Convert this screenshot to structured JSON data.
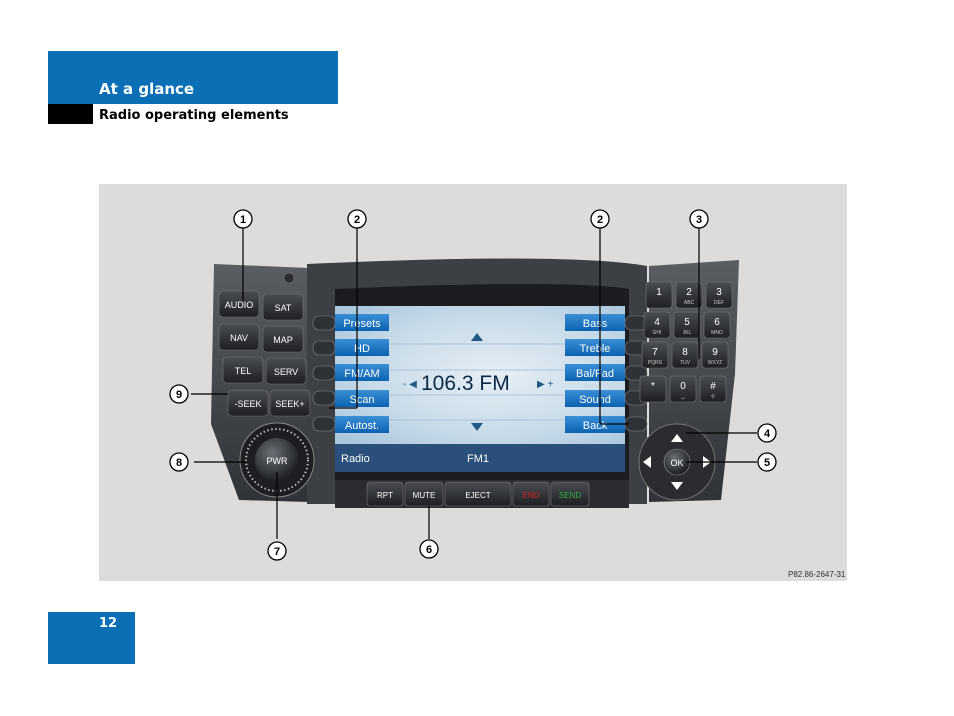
{
  "header": {
    "section": "At a glance",
    "subsection": "Radio operating elements"
  },
  "page_number": "12",
  "figure": {
    "code": "P82.86-2647-31",
    "callouts": [
      "1",
      "2",
      "2",
      "3",
      "4",
      "5",
      "6",
      "7",
      "8",
      "9"
    ],
    "left_buttons": [
      "AUDIO",
      "SAT",
      "NAV",
      "MAP",
      "TEL",
      "SERV",
      "-SEEK",
      "SEEK+"
    ],
    "pwr": "PWR",
    "screen": {
      "left_softkeys": [
        "Presets",
        "HD",
        "FM/AM",
        "Scan",
        "Autost."
      ],
      "right_softkeys": [
        "Bass",
        "Treble",
        "Bal/Fad",
        "Sound",
        "Back"
      ],
      "frequency": "106.3 FM",
      "status_left": "Radio",
      "status_right": "FM1"
    },
    "bottom_buttons": [
      "RPT",
      "MUTE",
      "EJECT",
      "END",
      "SEND"
    ],
    "keypad": [
      {
        "d": "1",
        "l": ""
      },
      {
        "d": "2",
        "l": "ABC"
      },
      {
        "d": "3",
        "l": "DEF"
      },
      {
        "d": "4",
        "l": "GHI"
      },
      {
        "d": "5",
        "l": "JKL"
      },
      {
        "d": "6",
        "l": "MNO"
      },
      {
        "d": "7",
        "l": "PQRS"
      },
      {
        "d": "8",
        "l": "TUV"
      },
      {
        "d": "9",
        "l": "WXYZ"
      },
      {
        "d": "*",
        "l": ""
      },
      {
        "d": "0",
        "l": "␣"
      },
      {
        "d": "#",
        "l": "⚲"
      }
    ],
    "ok": "OK",
    "colors": {
      "header_blue": "#0a6fb4",
      "end": "#e02020",
      "send": "#2fb040"
    }
  }
}
